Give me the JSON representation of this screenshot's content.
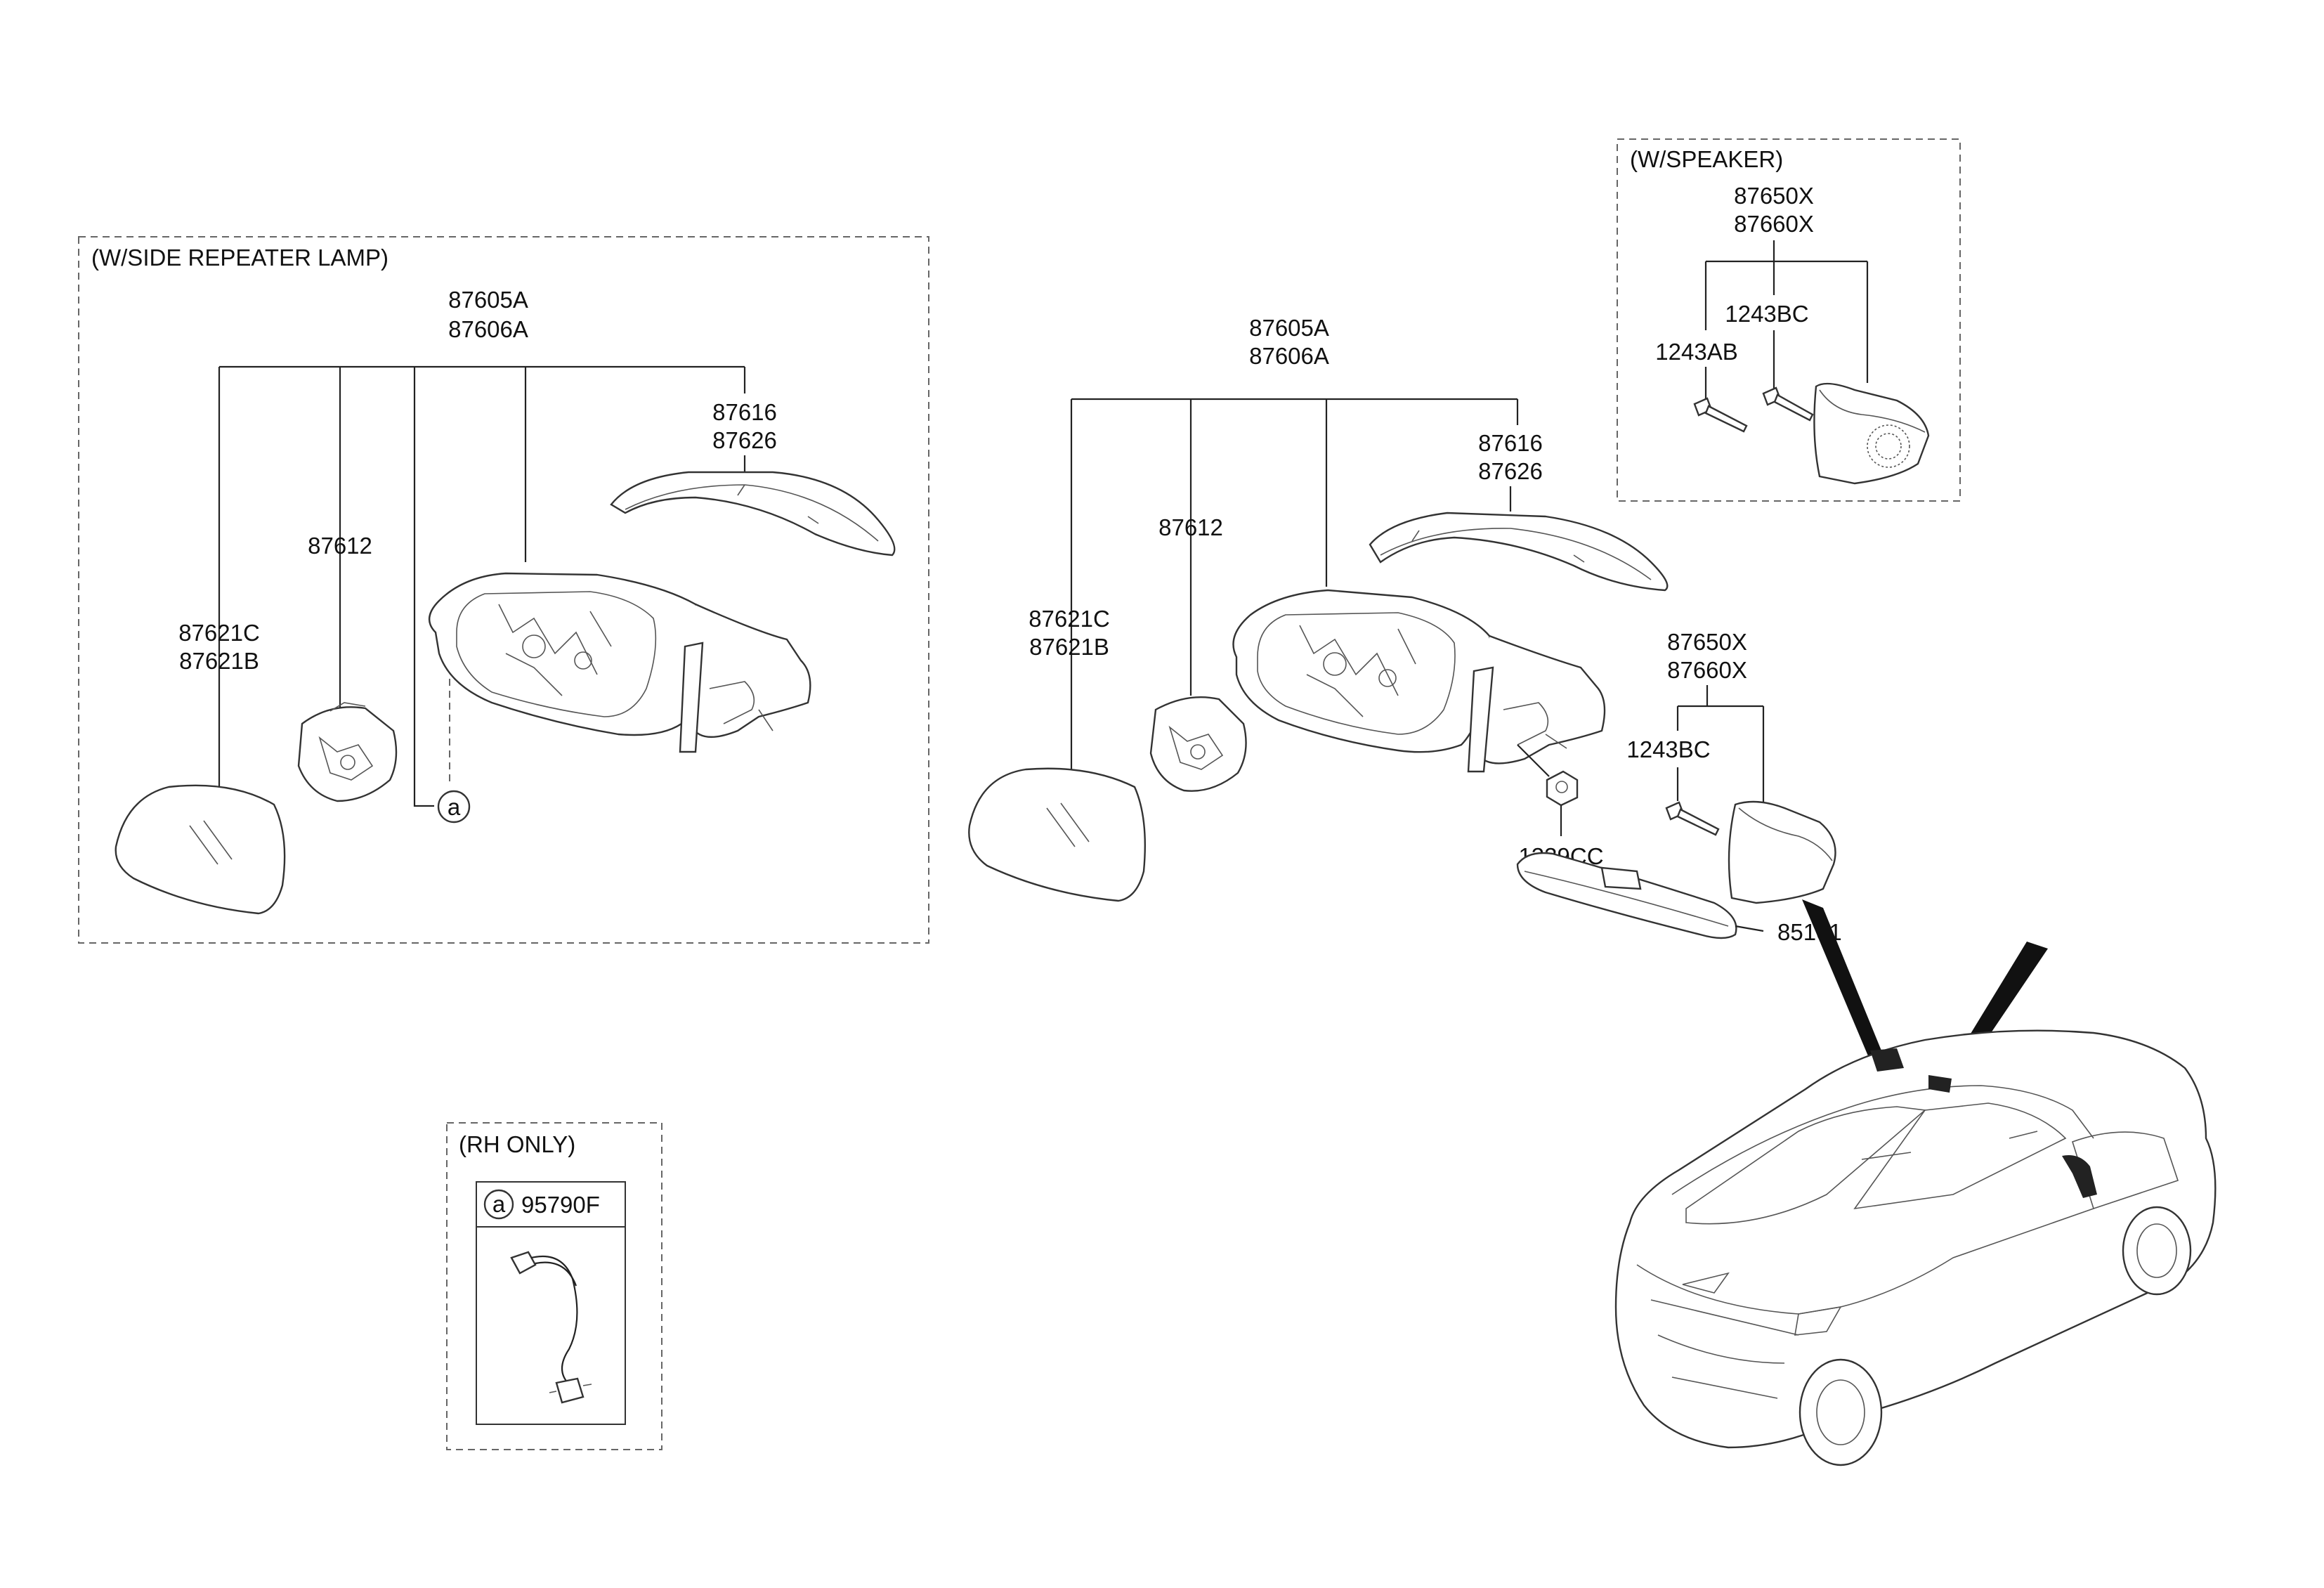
{
  "groups": {
    "side_repeater": "(W/SIDE REPEATER LAMP)",
    "speaker": "(W/SPEAKER)",
    "rh_only": "(RH ONLY)"
  },
  "left_assembly": {
    "assembly": [
      "87605A",
      "87606A"
    ],
    "cover": [
      "87616",
      "87626"
    ],
    "actuator": "87612",
    "glass": [
      "87621C",
      "87621B"
    ],
    "ref_marker": "a"
  },
  "center_assembly": {
    "assembly": [
      "87605A",
      "87606A"
    ],
    "cover": [
      "87616",
      "87626"
    ],
    "actuator": "87612",
    "glass": [
      "87621C",
      "87621B"
    ],
    "nut": "1339CC"
  },
  "speaker_box": {
    "tweeter": [
      "87650X",
      "87660X"
    ],
    "screw_1": "1243BC",
    "screw_2": "1243AB"
  },
  "speaker_main": {
    "tweeter": [
      "87650X",
      "87660X"
    ],
    "screw": "1243BC"
  },
  "inside_mirror": "85101",
  "rh_box": {
    "marker": "a",
    "part": "95790F"
  }
}
